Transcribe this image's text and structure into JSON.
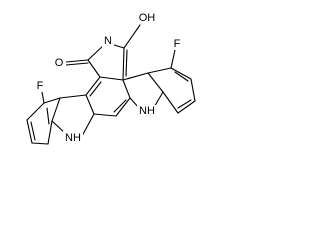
{
  "molecule": {
    "atom_labels": {
      "hydroxyl": "OH",
      "carbonyl_oxygen": "O",
      "imide_nitrogen": "N",
      "fluorine_right": "F",
      "fluorine_left": "F",
      "indole_nh_left": "NH",
      "indole_nh_right": "NH"
    },
    "bond_color": "#000000",
    "label_color": "#000000"
  }
}
